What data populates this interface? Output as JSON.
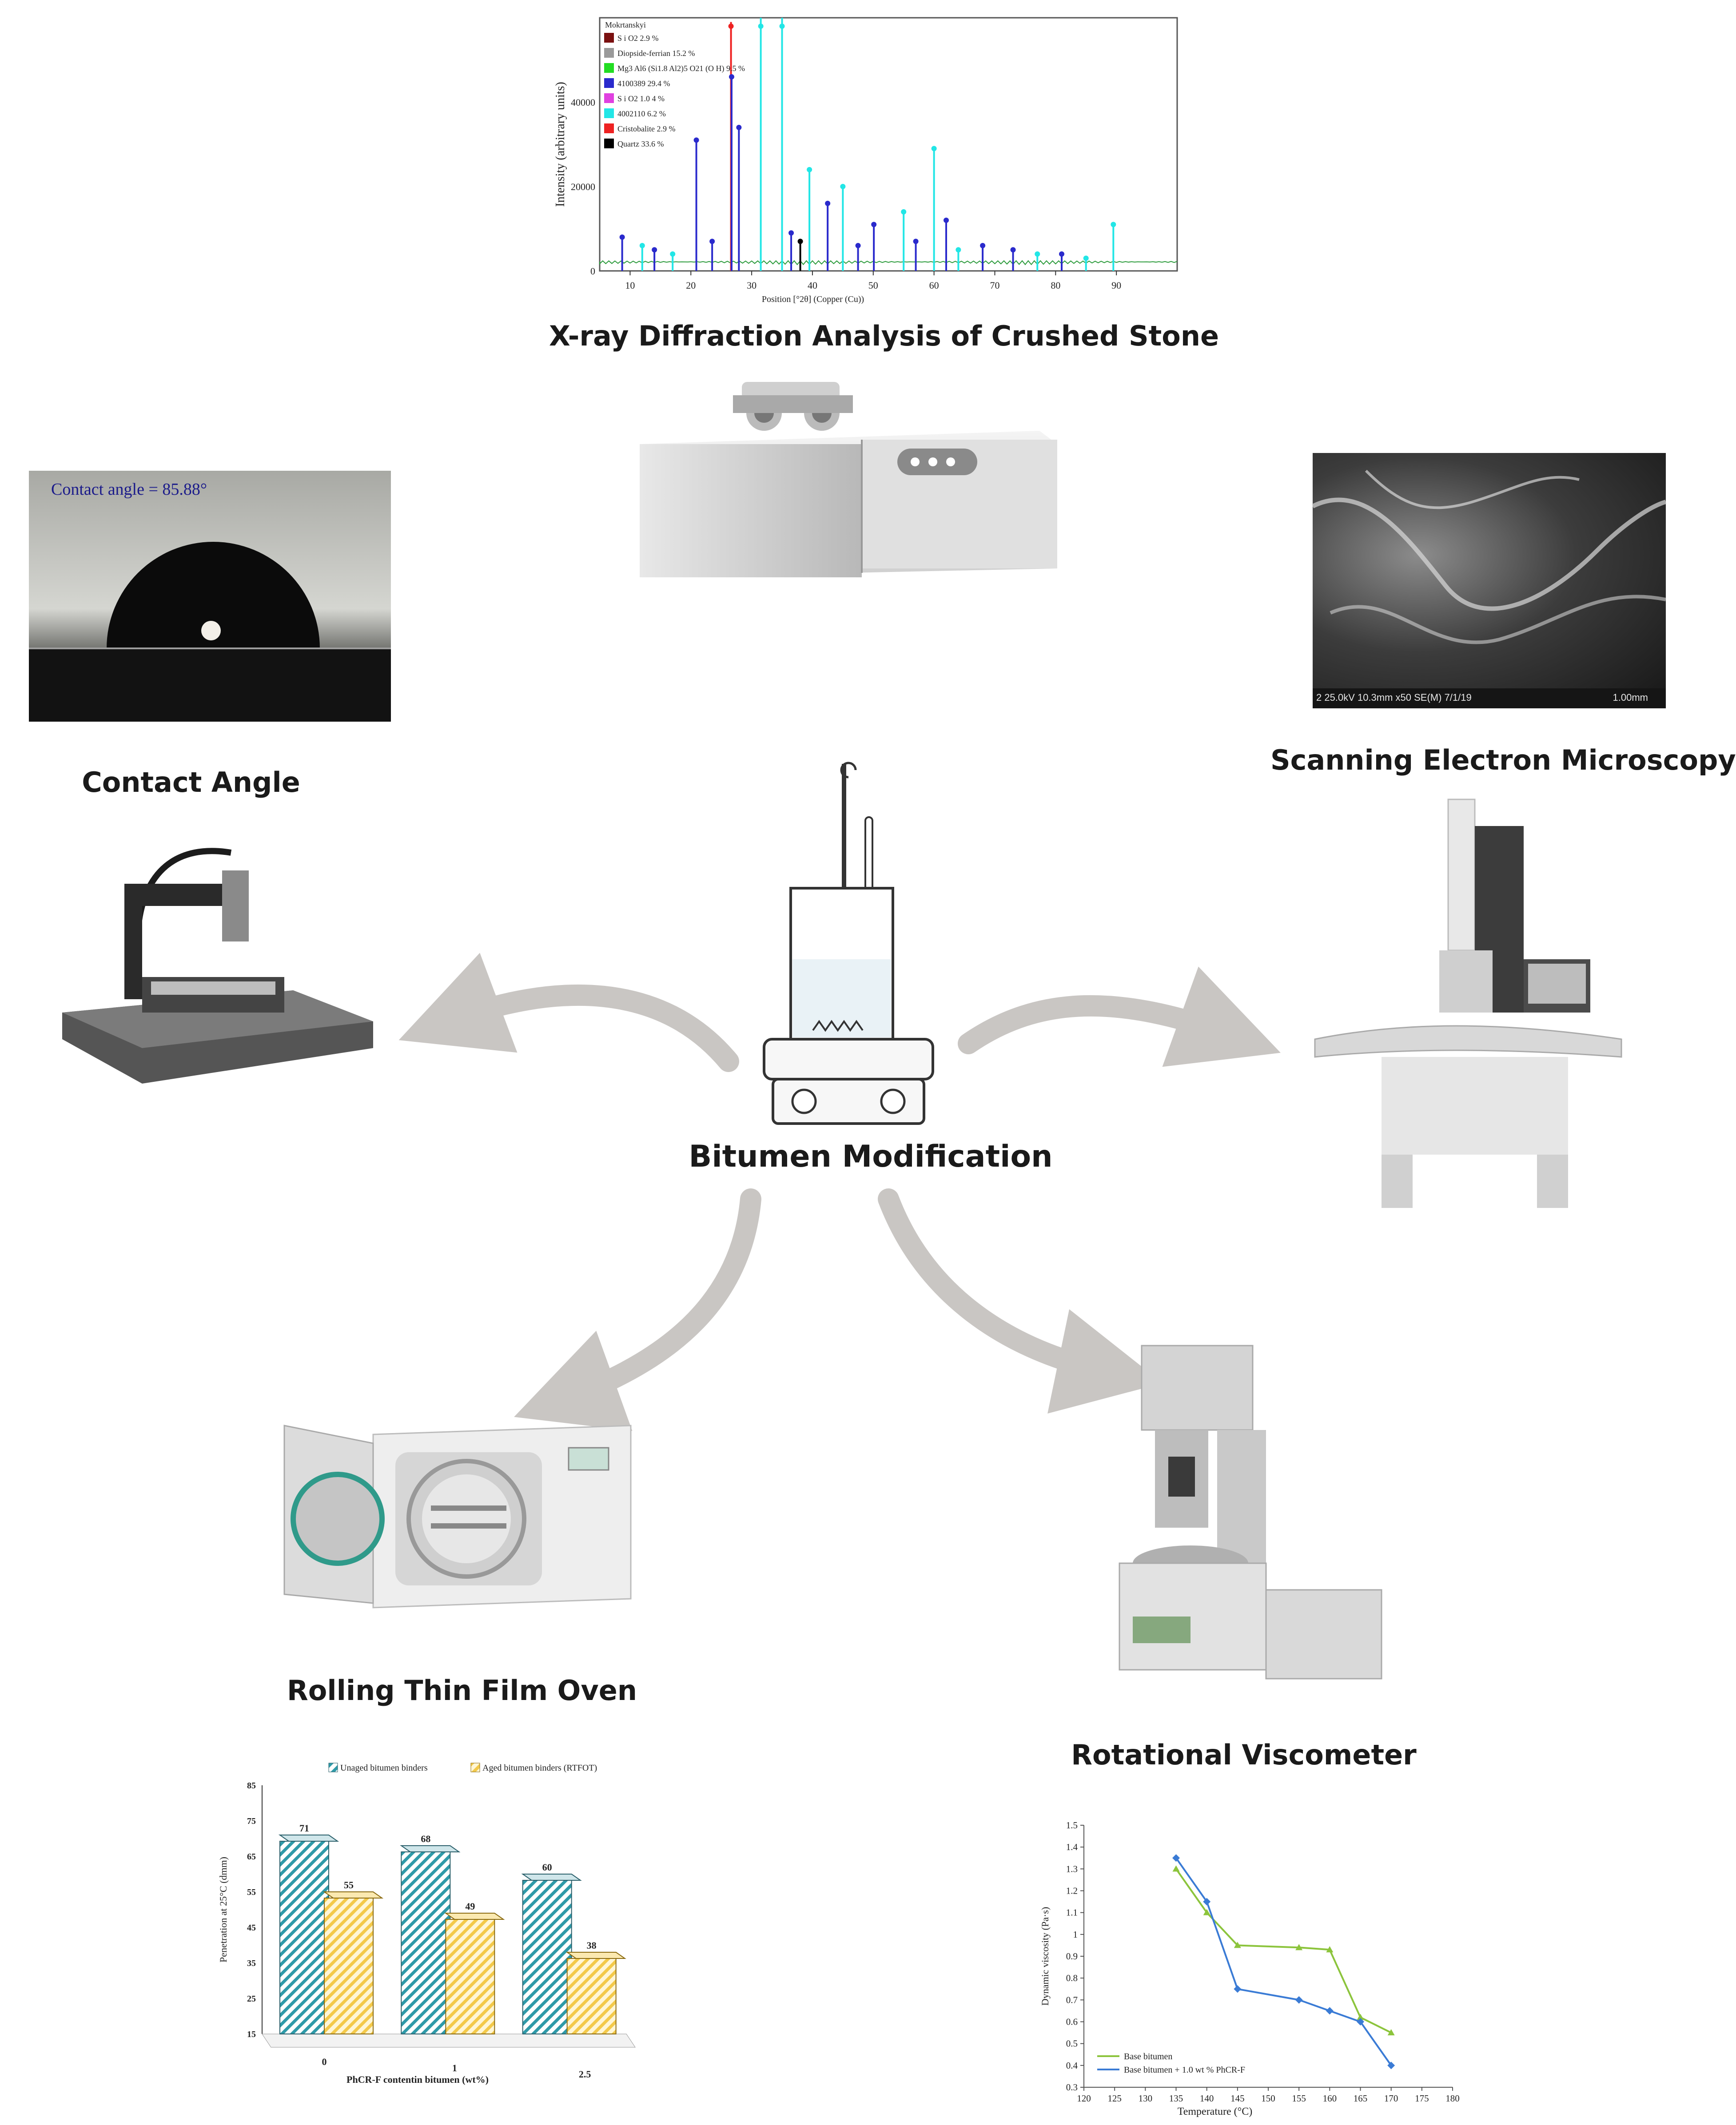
{
  "labels": {
    "xrd": "X-ray Diffraction Analysis of Crushed Stone",
    "contact": "Contact Angle",
    "sem": "Scanning Electron Microscopy",
    "center": "Bitumen Modification",
    "rtfo": "Rolling Thin Film Oven",
    "rv": "Rotational Viscometer"
  },
  "contact_photo": {
    "caption": "Contact angle = 85.88°"
  },
  "sem_photo": {
    "scalebar_text": "2 25.0kV 10.3mm x50 SE(M) 7/1/19",
    "scale": "1.00mm"
  },
  "colors": {
    "arrow": "#c9c6c3",
    "xrd_cyan": "#22e6e6",
    "xrd_blue": "#2a2acc",
    "bar_unaged": "#2f9aa8",
    "bar_aged": "#f3c94a",
    "line_green": "#8cc43c",
    "line_blue": "#3a7bd5"
  },
  "chart_data": [
    {
      "type": "bar",
      "id": "xrd",
      "title": "",
      "xlabel": "Position [°2θ] (Copper (Cu))",
      "ylabel": "Intensity (arbitrary units)",
      "xticks": [
        "10",
        "20",
        "30",
        "40",
        "50",
        "60",
        "70",
        "80",
        "90"
      ],
      "yticks": [
        "0",
        "20000",
        "40000"
      ],
      "xlim": [
        5,
        100
      ],
      "ylim": [
        0,
        60000
      ],
      "legend_title": "Mokrtanskyi",
      "legend": [
        {
          "name": "S i O2 2.9 %",
          "color": "#7a1010"
        },
        {
          "name": "Diopside-ferrian 15.2 %",
          "color": "#9a9a9a"
        },
        {
          "name": "Mg3 Al6 (Si1.8 Al2)5 O21 (O H) 9.5 %",
          "color": "#22dd22"
        },
        {
          "name": "4100389 29.4 %",
          "color": "#2a2acc"
        },
        {
          "name": "S i O2 1.0 4 %",
          "color": "#e040e0"
        },
        {
          "name": "4002110 6.2 %",
          "color": "#22e6e6"
        },
        {
          "name": "Cristobalite 2.9 %",
          "color": "#ee2222"
        },
        {
          "name": "Quartz 33.6 %",
          "color": "#000000"
        }
      ],
      "peaks": [
        {
          "x": 20.9,
          "y": 31000,
          "color": "#2a2acc"
        },
        {
          "x": 26.6,
          "y": 59000,
          "color": "#ee2222"
        },
        {
          "x": 26.7,
          "y": 46000,
          "color": "#2a2acc"
        },
        {
          "x": 27.9,
          "y": 34000,
          "color": "#2a2acc"
        },
        {
          "x": 31.5,
          "y": 60000,
          "color": "#22e6e6"
        },
        {
          "x": 35.0,
          "y": 60000,
          "color": "#22e6e6"
        },
        {
          "x": 39.5,
          "y": 24000,
          "color": "#22e6e6"
        },
        {
          "x": 42.5,
          "y": 16000,
          "color": "#2a2acc"
        },
        {
          "x": 45.0,
          "y": 20000,
          "color": "#22e6e6"
        },
        {
          "x": 50.1,
          "y": 11000,
          "color": "#2a2acc"
        },
        {
          "x": 55.0,
          "y": 14000,
          "color": "#22e6e6"
        },
        {
          "x": 60.0,
          "y": 29000,
          "color": "#22e6e6"
        },
        {
          "x": 62.0,
          "y": 12000,
          "color": "#2a2acc"
        },
        {
          "x": 68.0,
          "y": 6000,
          "color": "#2a2acc"
        },
        {
          "x": 89.5,
          "y": 11000,
          "color": "#22e6e6"
        },
        {
          "x": 8.7,
          "y": 8000,
          "color": "#2a2acc"
        },
        {
          "x": 12.0,
          "y": 6000,
          "color": "#22e6e6"
        },
        {
          "x": 14.0,
          "y": 5000,
          "color": "#2a2acc"
        },
        {
          "x": 17.0,
          "y": 4000,
          "color": "#22e6e6"
        },
        {
          "x": 23.5,
          "y": 7000,
          "color": "#2a2acc"
        },
        {
          "x": 36.5,
          "y": 9000,
          "color": "#2a2acc"
        },
        {
          "x": 38.0,
          "y": 7000,
          "color": "#000000"
        },
        {
          "x": 47.5,
          "y": 6000,
          "color": "#2a2acc"
        },
        {
          "x": 57.0,
          "y": 7000,
          "color": "#2a2acc"
        },
        {
          "x": 64.0,
          "y": 5000,
          "color": "#22e6e6"
        },
        {
          "x": 73.0,
          "y": 5000,
          "color": "#2a2acc"
        },
        {
          "x": 77.0,
          "y": 4000,
          "color": "#22e6e6"
        },
        {
          "x": 81.0,
          "y": 4000,
          "color": "#2a2acc"
        },
        {
          "x": 85.0,
          "y": 3000,
          "color": "#22e6e6"
        }
      ]
    },
    {
      "type": "bar",
      "id": "penetration",
      "xlabel": "PhCR-F contentin bitumen (wt%)",
      "ylabel": "Penetration at 25°C (dmm)",
      "categories": [
        "0",
        "1",
        "2.5"
      ],
      "ylim": [
        15,
        85
      ],
      "yticks": [
        "15",
        "25",
        "35",
        "45",
        "55",
        "65",
        "75",
        "85"
      ],
      "series": [
        {
          "name": "Unaged bitumen binders",
          "values": [
            71,
            68,
            60
          ]
        },
        {
          "name": "Aged bitumen binders (RTFOT)",
          "values": [
            55,
            49,
            38
          ]
        }
      ]
    },
    {
      "type": "line",
      "id": "viscosity",
      "xlabel": "Temperature (°C)",
      "ylabel": "Dynamic viscosity (Pa·s)",
      "xlim": [
        120,
        180
      ],
      "ylim": [
        0.3,
        1.5
      ],
      "xticks": [
        "120",
        "125",
        "130",
        "135",
        "140",
        "145",
        "150",
        "155",
        "160",
        "165",
        "170",
        "175",
        "180"
      ],
      "yticks": [
        "0.3",
        "0.4",
        "0.5",
        "0.6",
        "0.7",
        "0.8",
        "0.9",
        "1",
        "1.1",
        "1.2",
        "1.3",
        "1.4",
        "1.5"
      ],
      "series": [
        {
          "name": "Base bitumen",
          "x": [
            135,
            140,
            145,
            155,
            160,
            165,
            170
          ],
          "values": [
            1.3,
            1.1,
            0.95,
            0.94,
            0.93,
            0.62,
            0.55
          ]
        },
        {
          "name": "Base bitumen + 1.0 wt % PhCR-F",
          "x": [
            135,
            140,
            145,
            155,
            160,
            165,
            170
          ],
          "values": [
            1.35,
            1.15,
            0.75,
            0.7,
            0.65,
            0.6,
            0.4
          ]
        }
      ]
    }
  ]
}
